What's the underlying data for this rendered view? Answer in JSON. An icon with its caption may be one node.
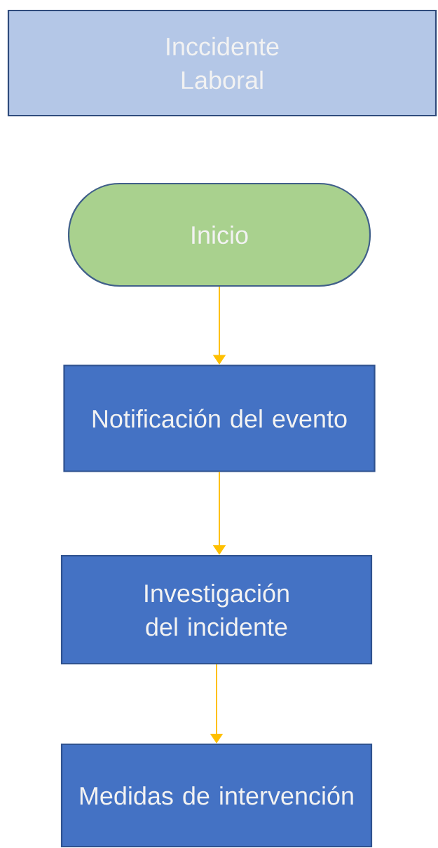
{
  "diagram": {
    "nodes": [
      {
        "text": [
          "Inccidente Laboral"
        ]
      },
      {
        "text": [
          "Inicio"
        ]
      },
      {
        "text": [
          "Notificación del evento"
        ]
      },
      {
        "text": [
          "Investigación del incidente"
        ]
      },
      {
        "text": [
          "Medidas de intervención"
        ]
      }
    ],
    "edges": [
      {
        "from": 1,
        "to": 2,
        "arrow": "to"
      },
      {
        "from": 2,
        "to": 3,
        "arrow": "to"
      },
      {
        "from": 3,
        "to": 4,
        "arrow": "to"
      }
    ]
  }
}
